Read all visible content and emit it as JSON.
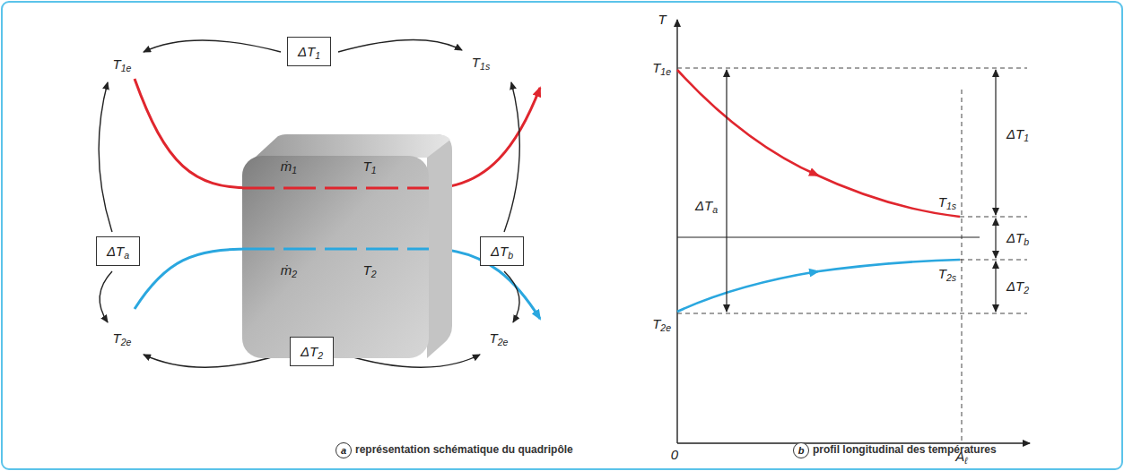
{
  "diagram": {
    "nodes": [
      {
        "text": [
          "ΔT1"
        ]
      },
      {
        "text": [
          "ΔTa"
        ]
      },
      {
        "text": [
          "ṁ1",
          "T1",
          "ṁ2",
          "T2"
        ]
      },
      {
        "text": [
          "ΔTb"
        ]
      },
      {
        "text": [
          "ΔT2"
        ]
      }
    ],
    "labels": [
      "T1e",
      "T1s",
      "T2e",
      "T2e",
      "a",
      "représentation schématique du quadripôle",
      "T",
      "T1e",
      "ΔT1",
      "T1s",
      "ΔTb",
      "ΔTa",
      "T2s",
      "ΔT2",
      "T2e",
      "0",
      "Aℓ",
      "b",
      "profil longitudinal des températures"
    ]
  }
}
